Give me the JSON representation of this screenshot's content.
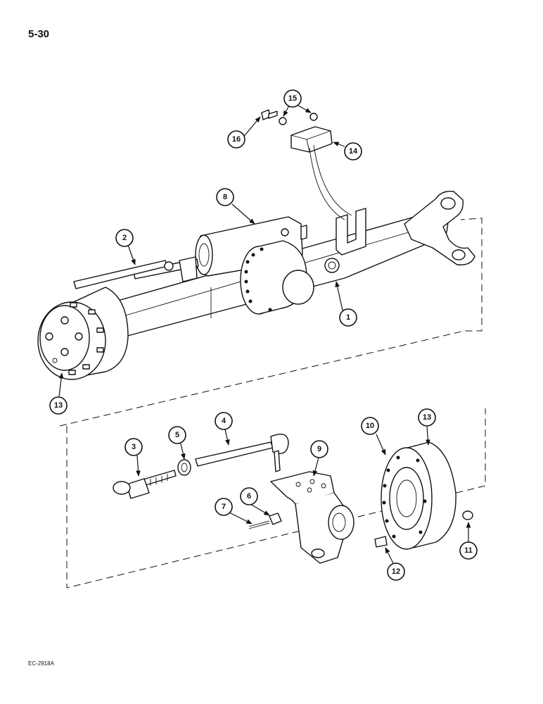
{
  "page_number": "5-30",
  "figure_code": "EC-2918A",
  "callouts": [
    "1",
    "2",
    "3",
    "4",
    "5",
    "6",
    "7",
    "8",
    "9",
    "10",
    "11",
    "12",
    "13",
    "13",
    "14",
    "15",
    "16"
  ]
}
